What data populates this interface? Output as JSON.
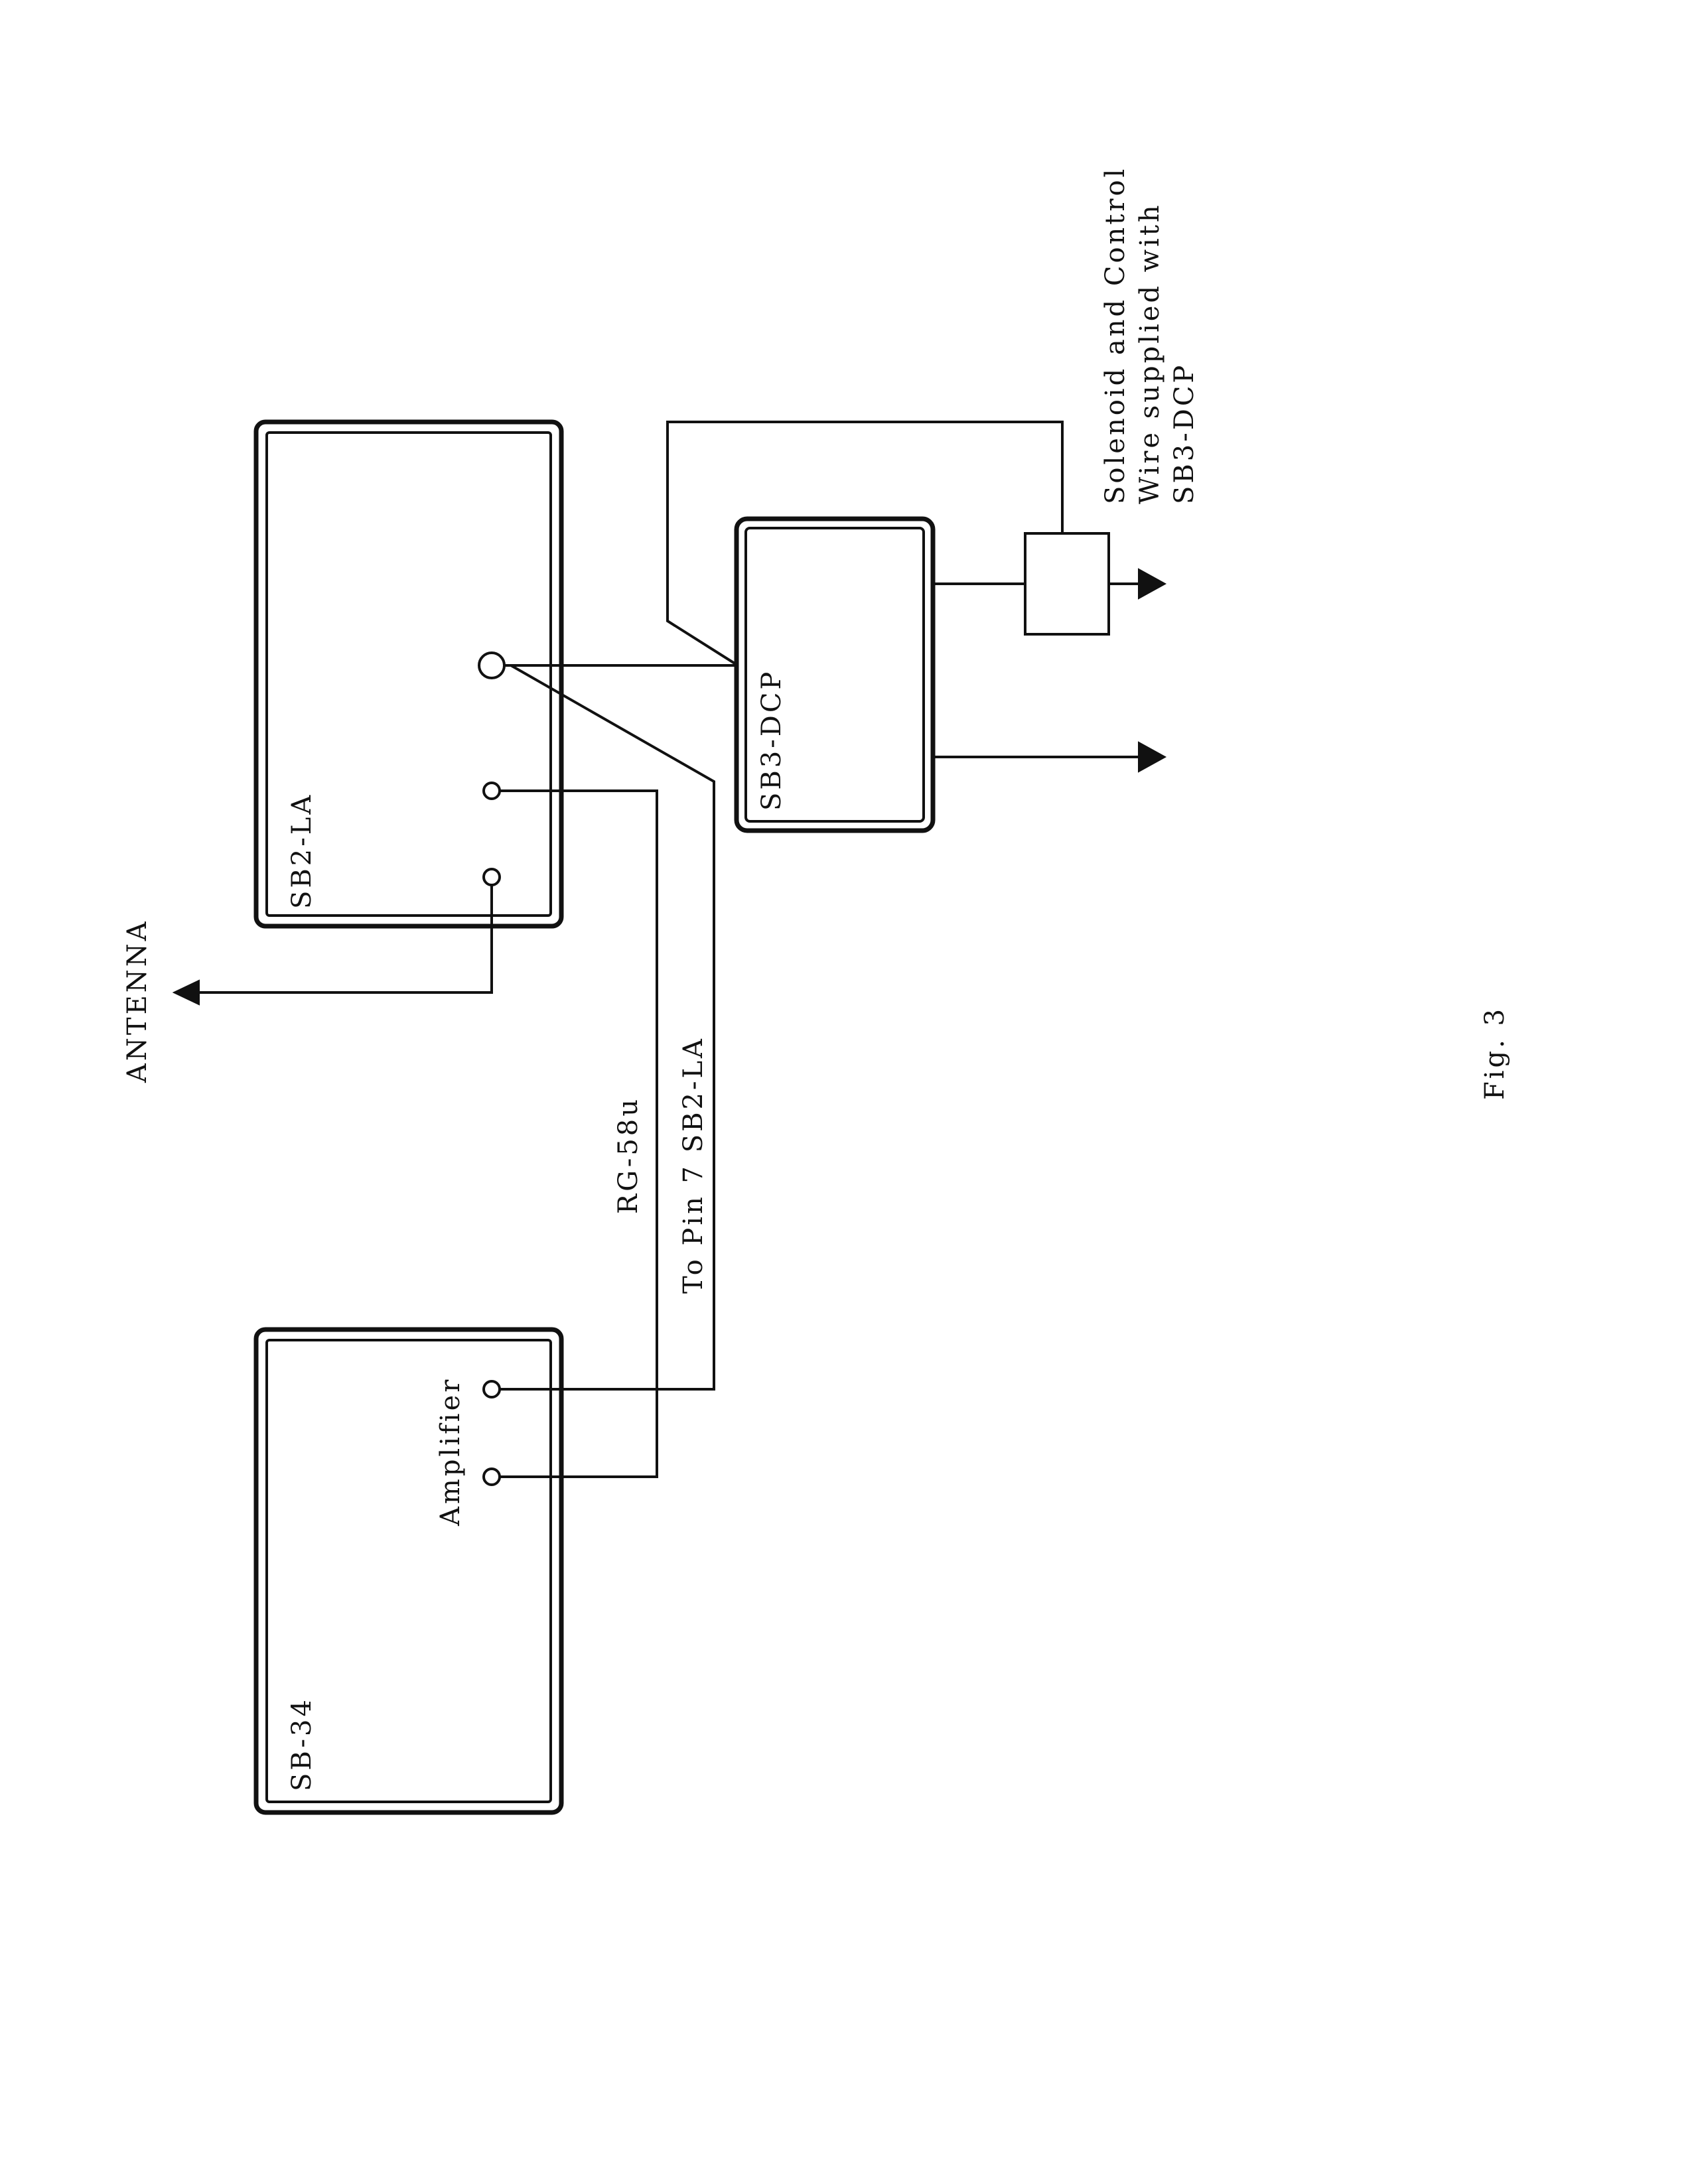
{
  "labels": {
    "antenna": "ANTENNA",
    "sb2la": "SB2-LA",
    "sb34": "SB-34",
    "sb3dcp": "SB3-DCP",
    "amplifier": "Amplifier",
    "rg58u": "RG-58u",
    "to_pin7": "To Pin 7 SB2-LA",
    "solenoid_line1": "Solenoid and Control",
    "solenoid_line2": "Wire supplied with",
    "solenoid_line3": "SB3-DCP",
    "figure": "Fig. 3"
  }
}
